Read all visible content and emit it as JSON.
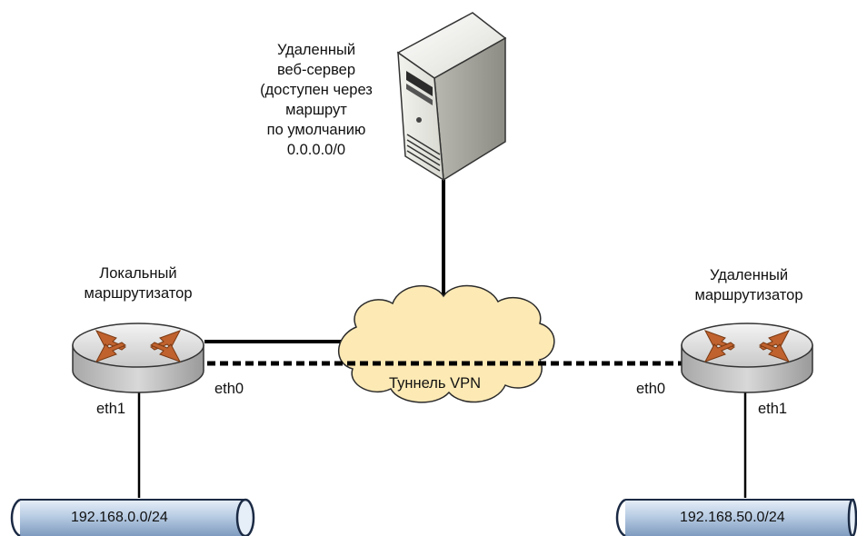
{
  "server": {
    "label_lines": [
      "Удаленный",
      "веб-сервер",
      "(доступен через",
      "маршрут",
      "по умолчанию",
      "0.0.0.0/0"
    ]
  },
  "local_router": {
    "label_lines": [
      "Локальный",
      "маршрутизатор"
    ],
    "eth0": "eth0",
    "eth1": "eth1"
  },
  "remote_router": {
    "label_lines": [
      "Удаленный",
      "маршрутизатор"
    ],
    "eth0": "eth0",
    "eth1": "eth1"
  },
  "tunnel": {
    "label": "Туннель VPN"
  },
  "local_network": {
    "label": "192.168.0.0/24"
  },
  "remote_network": {
    "label": "192.168.50.0/24"
  },
  "colors": {
    "cloud_fill": "#fde9b4",
    "router_arrow": "#c0622e",
    "router_body": "#d6d6d6",
    "pipe_fill": "#bcd0e6",
    "pipe_stroke": "#1b2a44",
    "line": "#000000"
  }
}
